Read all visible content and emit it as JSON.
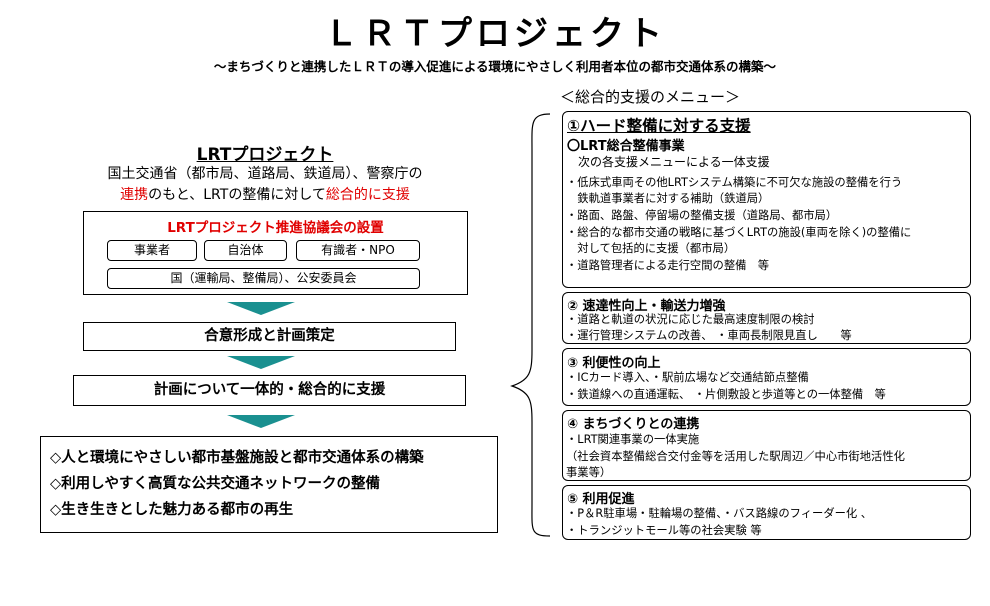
{
  "title": "ＬＲＴプロジェクト",
  "subtitle": "～まちづくりと連携したＬＲＴの導入促進による環境にやさしく利用者本位の都市交通体系の構築～",
  "left": {
    "heading": "LRTプロジェクト",
    "intro_line1": "国土交通省（都市局、道路局、鉄道局）、警察庁の",
    "intro_line2_red1": "連携",
    "intro_line2_mid": "のもと、LRTの整備に対して",
    "intro_line2_red2": "総合的に支援",
    "council_title": "LRTプロジェクト推進協議会の設置",
    "members": [
      "事業者",
      "自治体",
      "有識者・NPO"
    ],
    "member_wide": "国（運輸局、整備局）、公安委員会",
    "step1": "合意形成と計画策定",
    "step2": "計画について一体的・総合的に支援",
    "outcomes": [
      "◇人と環境にやさしい都市基盤施設と都市交通体系の構築",
      "◇利用しやすく高質な公共交通ネットワークの整備",
      "◇生き生きとした魅力ある都市の再生"
    ]
  },
  "menu": {
    "heading": "＜総合的支援のメニュー＞",
    "s1": {
      "title": "①ハード整備に対する支援",
      "subtitle": "〇LRT総合整備事業",
      "lines": [
        "　次の各支援メニューによる一体支援",
        "・低床式車両その他LRTシステム構築に不可欠な施設の整備を行う",
        "　鉄軌道事業者に対する補助（鉄道局）",
        "・路面、路盤、停留場の整備支援（道路局、都市局）",
        "・総合的な都市交通の戦略に基づくLRTの施設(車両を除く)の整備に",
        "　対して包括的に支援（都市局）",
        "・道路管理者による走行空間の整備　等"
      ]
    },
    "s2": {
      "title": "②  速達性向上・輸送力増強",
      "lines": [
        "・道路と軌道の状況に応じた最高速度制限の検討",
        "・運行管理システムの改善、 ・車両長制限見直し　　等"
      ]
    },
    "s3": {
      "title": "③  利便性の向上",
      "lines": [
        "・ICカード導入、・駅前広場など交通結節点整備",
        "・鉄道線への直通運転、 ・片側敷設と歩道等との一体整備　等"
      ]
    },
    "s4": {
      "title": "④  まちづくりとの連携",
      "lines": [
        "・LRT関連事業の一体実施",
        "（社会資本整備総合交付金等を活用した駅周辺／中心市街地活性化",
        "事業等）"
      ]
    },
    "s5": {
      "title": "⑤  利用促進",
      "lines": [
        "・P＆R駐車場・駐輪場の整備、・バス路線のフィーダー化 、",
        "・トランジットモール等の社会実験  等"
      ]
    }
  }
}
